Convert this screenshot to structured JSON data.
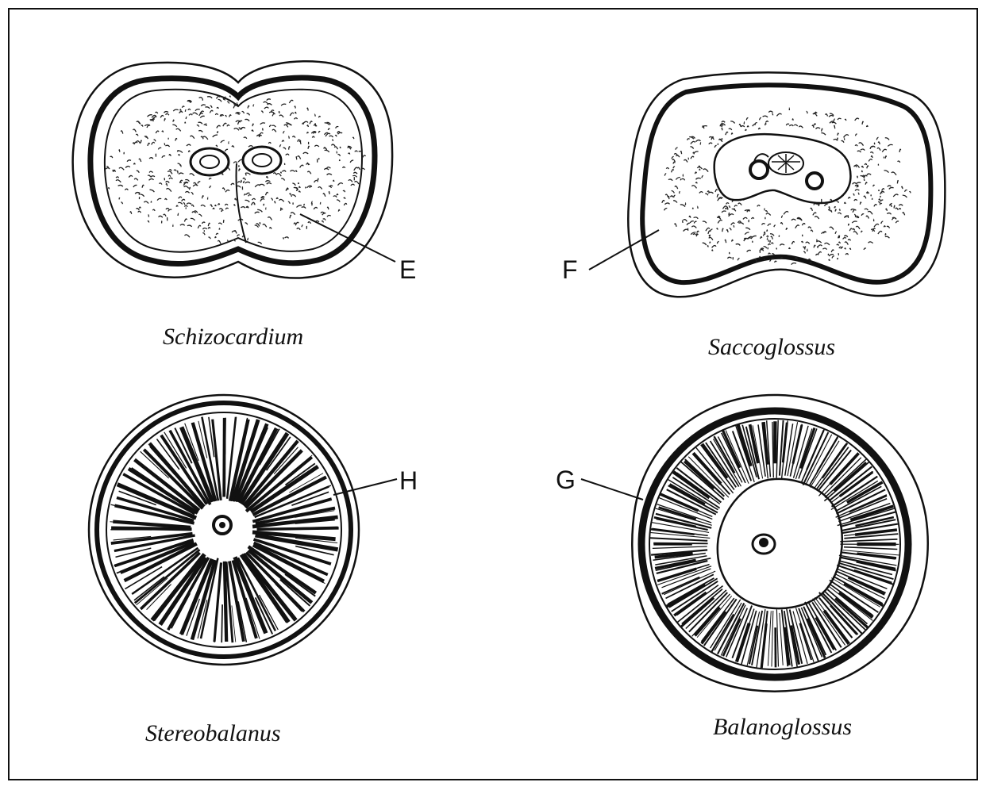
{
  "figure": {
    "panels": [
      {
        "species": "Schizocardium",
        "label": "E"
      },
      {
        "species": "Saccoglossus",
        "label": "F"
      },
      {
        "species": "Stereobalanus",
        "label": "H"
      },
      {
        "species": "Balanoglossus",
        "label": "G"
      }
    ]
  }
}
